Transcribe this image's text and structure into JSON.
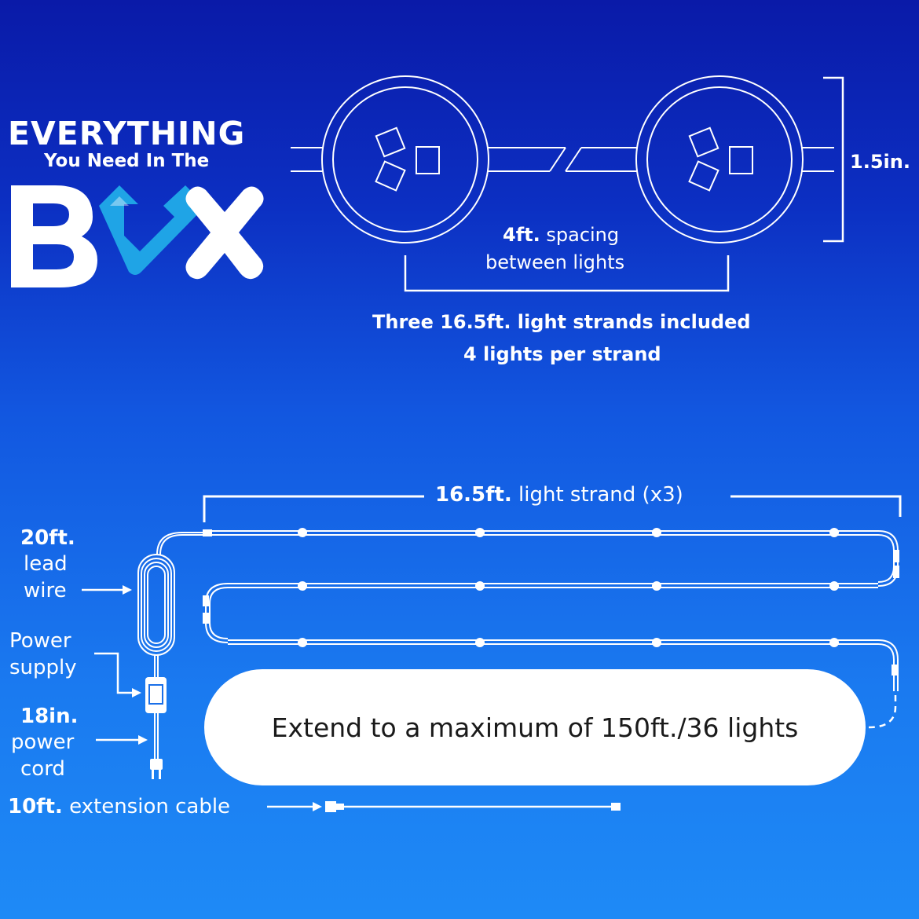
{
  "logo": {
    "line1": "EVERYTHING",
    "line2": "You Need In The",
    "word": "BOX"
  },
  "top_diagram": {
    "height_label": "1.5in.",
    "spacing_value": "4ft.",
    "spacing_text": "spacing",
    "spacing_line2": "between lights",
    "strands_line1": "Three 16.5ft. light strands included",
    "strands_line2": "4 lights per strand"
  },
  "bottom_diagram": {
    "strand_value": "16.5ft.",
    "strand_text": "light strand (x3)",
    "lead_value": "20ft.",
    "lead_line2": "lead",
    "lead_line3": "wire",
    "power_line1": "Power",
    "power_line2": "supply",
    "cord_value": "18in.",
    "cord_line2": "power",
    "cord_line3": "cord",
    "ext_value": "10ft.",
    "ext_text": "extension cable",
    "extend_text": "Extend to a maximum of 150ft./36 lights"
  },
  "colors": {
    "bg_top": "#0a1aa8",
    "bg_bottom": "#1e8af6",
    "logo_accent": "#1fa4e6",
    "line": "#ffffff"
  }
}
